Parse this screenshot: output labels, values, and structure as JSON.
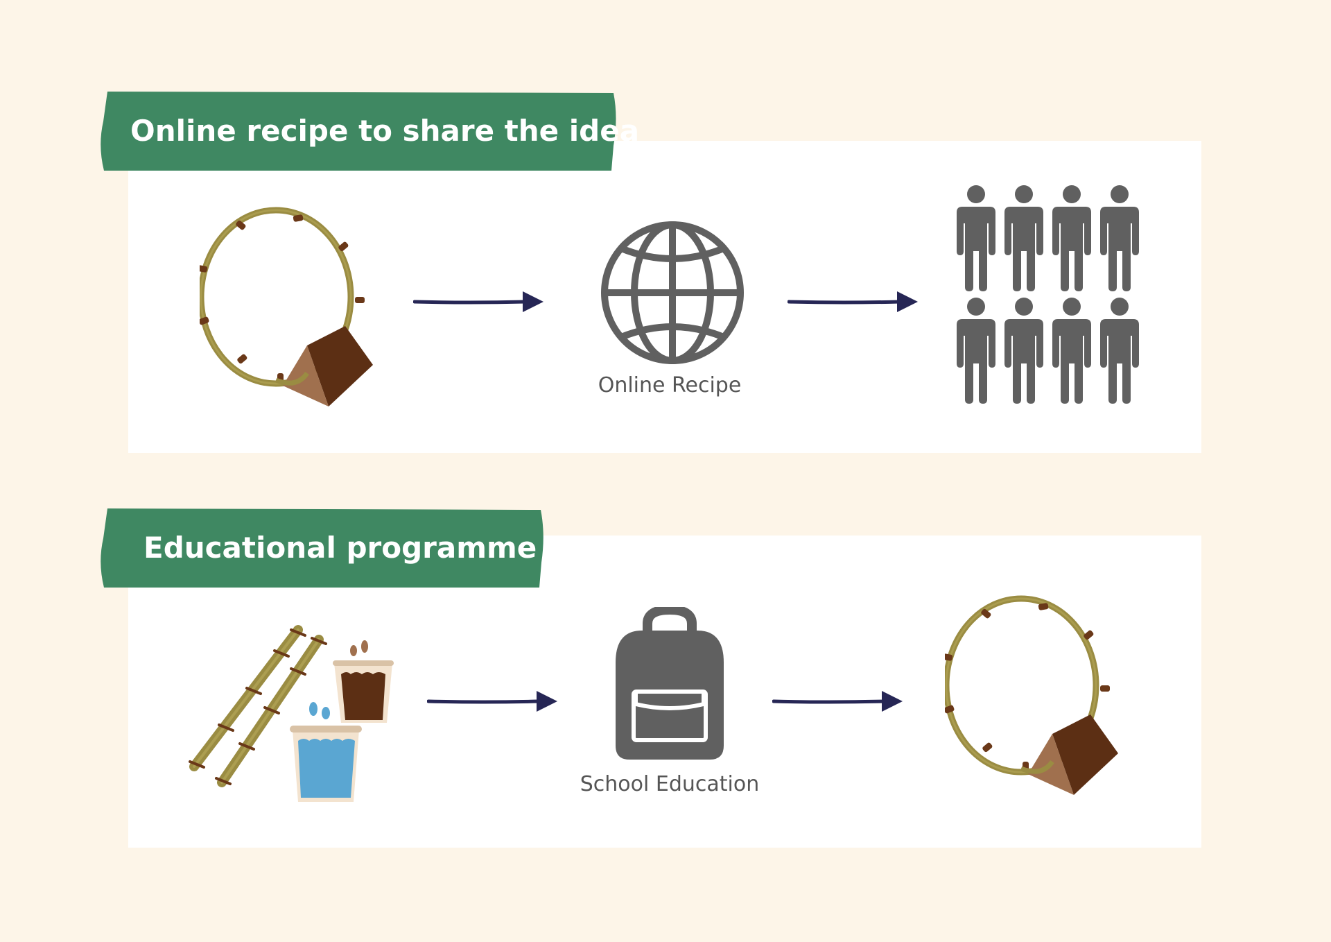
{
  "colors": {
    "background": "#fdf5e8",
    "panel": "#ffffff",
    "banner": "#3f8862",
    "arrow": "#262655",
    "icon_gray": "#606060",
    "bamboo": "#9a8c42",
    "bamboo_node": "#6a3818",
    "wood_dark": "#5c2f14",
    "wood_light": "#a0704e",
    "water": "#5aa6d2",
    "cup_rim": "#d9c2a6",
    "soil": "#5c2f14"
  },
  "sections": [
    {
      "title": "Online recipe to share the idea",
      "steps": [
        {
          "icon": "bamboo-necklace-icon",
          "label": ""
        },
        {
          "icon": "globe-icon",
          "label": "Online Recipe"
        },
        {
          "icon": "people-group-icon",
          "label": ""
        }
      ]
    },
    {
      "title": "Educational programme",
      "steps": [
        {
          "icon": "bamboo-materials-icon",
          "label": ""
        },
        {
          "icon": "backpack-icon",
          "label": "School Education"
        },
        {
          "icon": "bamboo-necklace-icon",
          "label": ""
        }
      ]
    }
  ]
}
